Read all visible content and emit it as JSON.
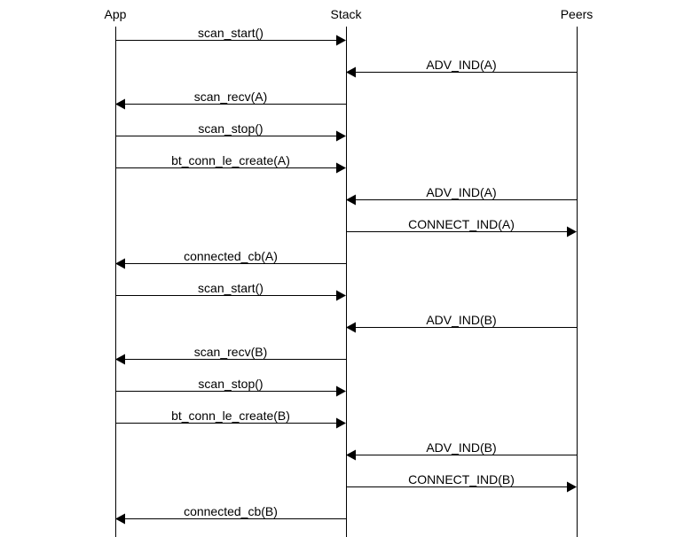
{
  "participants": [
    {
      "id": "app",
      "label": "App"
    },
    {
      "id": "stack",
      "label": "Stack"
    },
    {
      "id": "peers",
      "label": "Peers"
    }
  ],
  "messages": [
    {
      "from": "app",
      "to": "stack",
      "label": "scan_start()"
    },
    {
      "from": "peers",
      "to": "stack",
      "label": "ADV_IND(A)"
    },
    {
      "from": "stack",
      "to": "app",
      "label": "scan_recv(A)"
    },
    {
      "from": "app",
      "to": "stack",
      "label": "scan_stop()"
    },
    {
      "from": "app",
      "to": "stack",
      "label": "bt_conn_le_create(A)"
    },
    {
      "from": "peers",
      "to": "stack",
      "label": "ADV_IND(A)"
    },
    {
      "from": "stack",
      "to": "peers",
      "label": "CONNECT_IND(A)"
    },
    {
      "from": "stack",
      "to": "app",
      "label": "connected_cb(A)"
    },
    {
      "from": "app",
      "to": "stack",
      "label": "scan_start()"
    },
    {
      "from": "peers",
      "to": "stack",
      "label": "ADV_IND(B)"
    },
    {
      "from": "stack",
      "to": "app",
      "label": "scan_recv(B)"
    },
    {
      "from": "app",
      "to": "stack",
      "label": "scan_stop()"
    },
    {
      "from": "app",
      "to": "stack",
      "label": "bt_conn_le_create(B)"
    },
    {
      "from": "peers",
      "to": "stack",
      "label": "ADV_IND(B)"
    },
    {
      "from": "stack",
      "to": "peers",
      "label": "CONNECT_IND(B)"
    },
    {
      "from": "stack",
      "to": "app",
      "label": "connected_cb(B)"
    }
  ]
}
